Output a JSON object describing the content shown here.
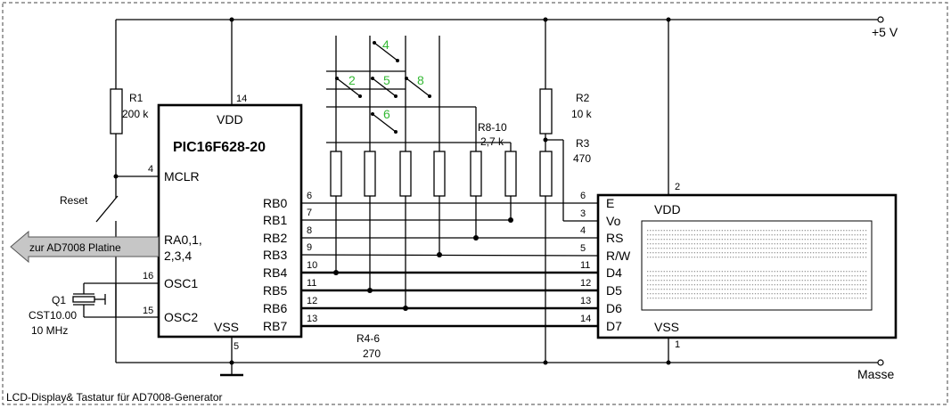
{
  "title": "LCD-Display& Tastatur für AD7008-Generator",
  "supply": {
    "plus": "+5 V",
    "ground": "Masse"
  },
  "pic": {
    "name": "PIC16F628-20",
    "vdd": "VDD",
    "vss": "VSS",
    "mclr": "MCLR",
    "osc1": "OSC1",
    "osc2": "OSC2",
    "ra_line1": "RA0,1,",
    "ra_line2": "2,3,4",
    "rb": [
      "RB0",
      "RB1",
      "RB2",
      "RB3",
      "RB4",
      "RB5",
      "RB6",
      "RB7"
    ],
    "pin_vdd": "14",
    "pin_vss": "5",
    "pin_mclr": "4",
    "pin_osc1": "16",
    "pin_osc2": "15",
    "rb_pins": [
      "6",
      "7",
      "8",
      "9",
      "10",
      "11",
      "12",
      "13"
    ]
  },
  "lcd": {
    "vdd": "VDD",
    "vss": "VSS",
    "labels": [
      "E",
      "Vo",
      "RS",
      "R/W",
      "D4",
      "D5",
      "D6",
      "D7"
    ],
    "pins": [
      "6",
      "3",
      "4",
      "5",
      "11",
      "12",
      "13",
      "14"
    ],
    "pin_vdd": "2",
    "pin_vss": "1"
  },
  "r1": {
    "name": "R1",
    "value": "200 k"
  },
  "r2": {
    "name": "R2",
    "value": "10 k"
  },
  "r3": {
    "name": "R3",
    "value": "470"
  },
  "r810": {
    "name": "R8-10",
    "value": "2,7 k"
  },
  "r46": {
    "name": "R4-6",
    "value": "270"
  },
  "reset": "Reset",
  "arrow": "zur AD7008 Platine",
  "q1": {
    "name": "Q1",
    "part": "CST10.00",
    "freq": "10 MHz"
  },
  "keys": [
    "4",
    "2",
    "5",
    "8",
    "6"
  ]
}
